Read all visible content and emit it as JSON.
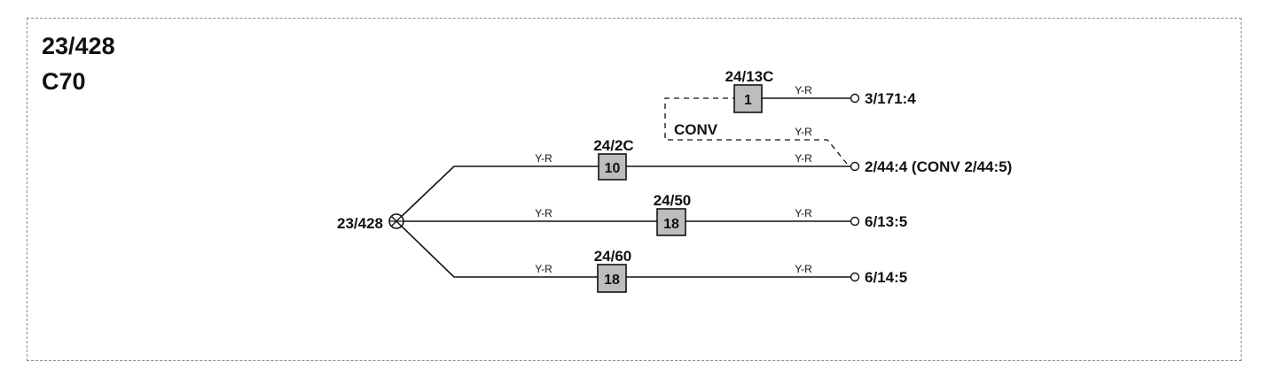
{
  "header": {
    "code": "23/428",
    "model": "C70"
  },
  "splice": {
    "label": "23/428"
  },
  "wire_color": "Y-R",
  "conv_label": "CONV",
  "fuses": [
    {
      "id": "24/13C",
      "number": "1"
    },
    {
      "id": "24/2C",
      "number": "10"
    },
    {
      "id": "24/50",
      "number": "18"
    },
    {
      "id": "24/60",
      "number": "18"
    }
  ],
  "terminals": [
    {
      "label": "3/171:4"
    },
    {
      "label": "2/44:4 (CONV 2/44:5)"
    },
    {
      "label": "6/13:5"
    },
    {
      "label": "6/14:5"
    }
  ]
}
